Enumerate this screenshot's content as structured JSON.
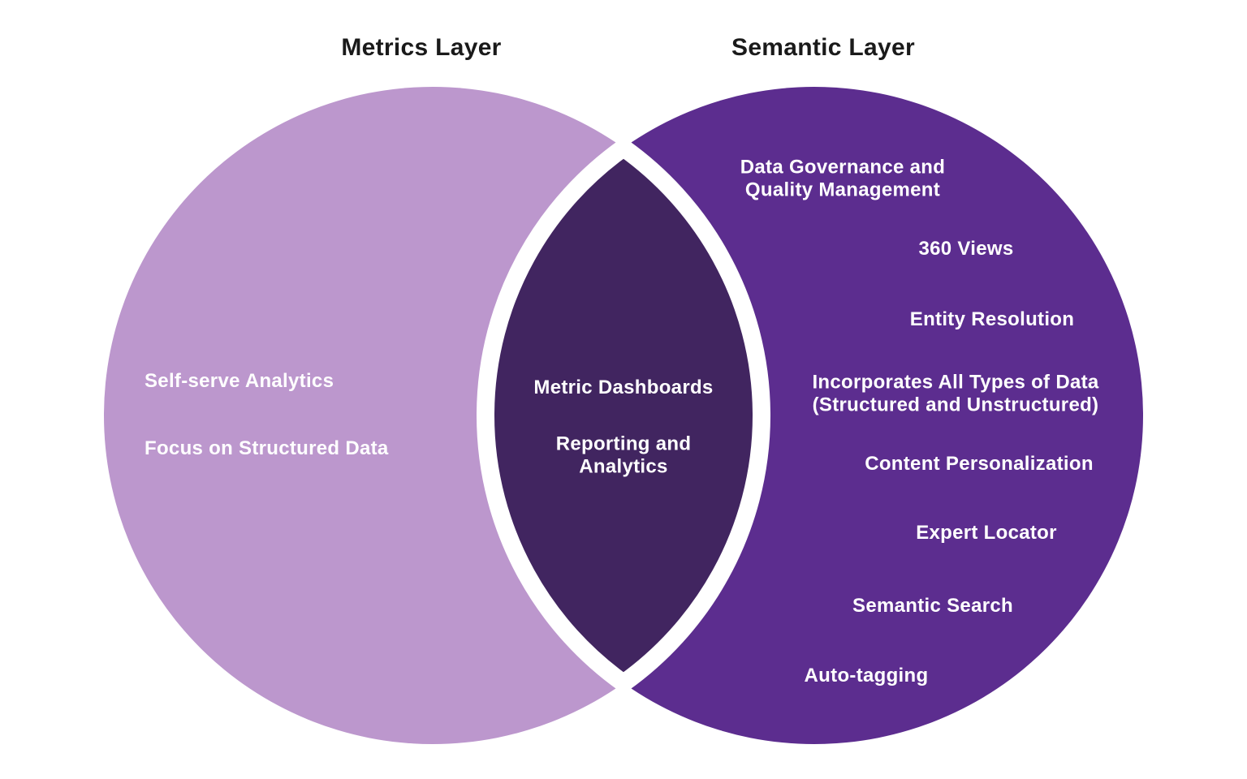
{
  "diagram": {
    "type": "venn",
    "background_color": "#ffffff",
    "title_color": "#1a1a1a",
    "text_color": "#ffffff",
    "left_circle": {
      "title": "Metrics Layer",
      "color": "#bc97cd",
      "items": [
        "Self-serve Analytics",
        "Focus on Structured Data"
      ]
    },
    "right_circle": {
      "title": "Semantic Layer",
      "color": "#5c2d8f",
      "items": [
        "Data Governance and\nQuality Management",
        "360 Views",
        "Entity Resolution",
        "Incorporates All Types of Data\n(Structured and Unstructured)",
        "Content Personalization",
        "Expert Locator",
        "Semantic Search",
        "Auto-tagging"
      ]
    },
    "intersection": {
      "color": "#412560",
      "items": [
        "Metric Dashboards",
        "Reporting and\nAnalytics"
      ]
    }
  }
}
